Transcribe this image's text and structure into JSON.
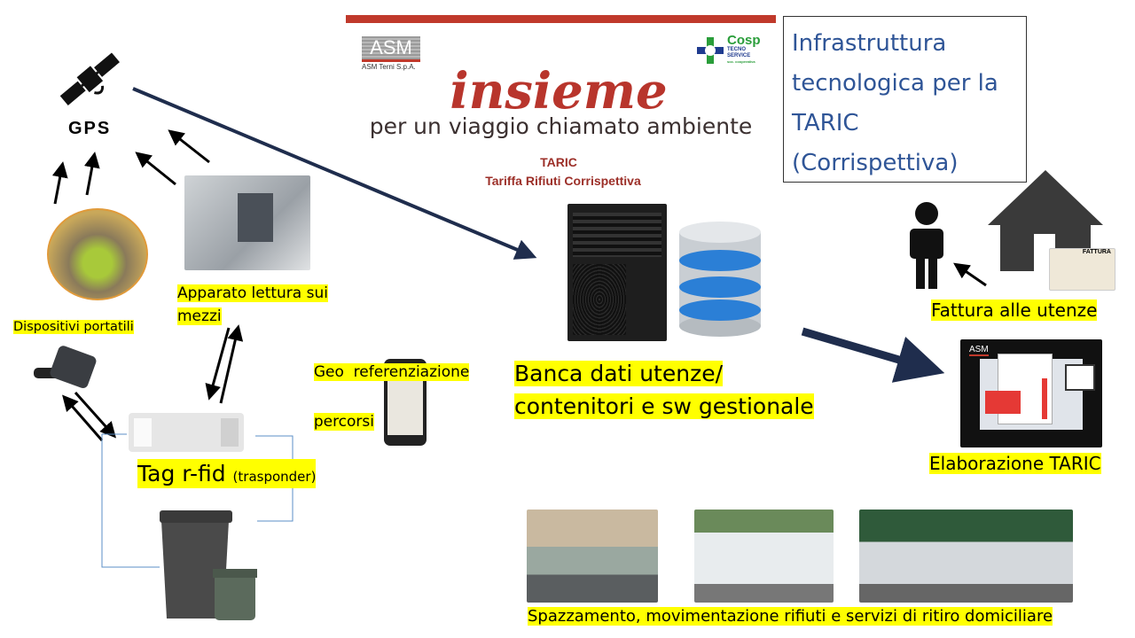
{
  "banner": {
    "asm_logo": "ASM",
    "asm_company": "ASM Terni S.p.A.",
    "cosp_logo": "Cosp",
    "cosp_sub1": "TECNO",
    "cosp_sub2": "SERVICE",
    "cosp_sub3": "soc. cooperativa",
    "headline": "insieme",
    "tagline": "per un viaggio chiamato ambiente",
    "taric": "TARIC",
    "taric_full": "Tariffa Rifiuti Corrispettiva"
  },
  "title_box": {
    "title": "Infrastruttura tecnologica per la TARIC (Corrispettiva)"
  },
  "gps": {
    "label": "GPS"
  },
  "labels": {
    "reader_line1": "Apparato lettura sui",
    "reader_line2": "mezzi",
    "portable": "Dispositivi portatili",
    "geo_line1": "Geo  referenziazione",
    "geo_line2": "percorsi",
    "tag_main": "Tag r-fid",
    "tag_sub": "(trasponder)",
    "db_line1": "Banca dati utenze/",
    "db_line2": "contenitori e sw gestionale",
    "invoice": "Fattura alle utenze",
    "invoice_doc": "FATTURA",
    "elaboration": "Elaborazione TARIC",
    "elab_logo": "ASM",
    "services": "Spazzamento, movimentazione rifiuti e servizi di ritiro domiciliare"
  },
  "colors": {
    "banner_red": "#c0392b",
    "title_blue": "#2f5597",
    "highlight": "#ffff00",
    "navy_arrow": "#1f2d4d"
  }
}
